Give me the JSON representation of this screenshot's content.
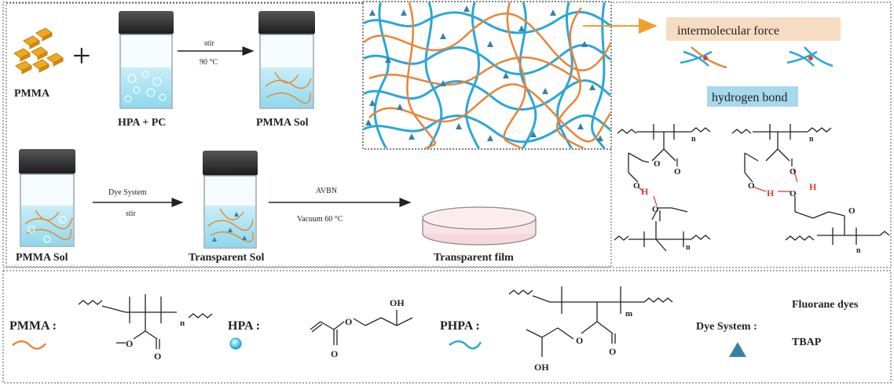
{
  "step1": {
    "pmma_label": "PMMA",
    "plus": "+",
    "hpa_pc_label": "HPA + PC",
    "arrow_top": "stir",
    "arrow_bottom": "90 °C",
    "result_label": "PMMA Sol"
  },
  "step2": {
    "sol_label": "PMMA Sol",
    "arrow1_top": "Dye System",
    "arrow1_bottom": "stir",
    "mid_label": "Transparent Sol",
    "arrow2_top": "AVBN",
    "arrow2_bottom": "Vacuum 60 °C",
    "film_label": "Transparent film"
  },
  "right_panel": {
    "intermolecular_force": "intermolecular force",
    "hydrogen_bond": "hydrogen bond"
  },
  "chem": {
    "n": "n",
    "m": "m",
    "o": "O",
    "h": "H",
    "oh": "OH"
  },
  "legend": {
    "pmma": "PMMA :",
    "hpa": "HPA :",
    "phpa": "PHPA :",
    "dye_system": "Dye System :",
    "fluorane": "Fluorane dyes",
    "tbap": "TBAP"
  },
  "colors": {
    "orange": "#e9843a",
    "blue": "#2ba7d6",
    "triangle": "#3a7fa8",
    "label_bg": "#f7dcc4",
    "hbond_bg": "#a8d8ec",
    "hbond_red": "#e23b3b"
  }
}
